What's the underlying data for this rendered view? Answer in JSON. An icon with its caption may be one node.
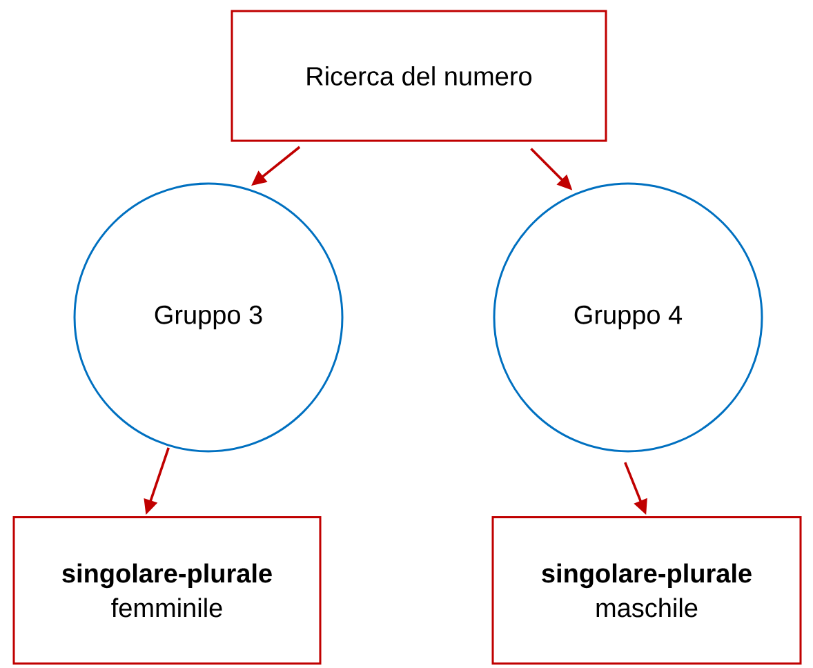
{
  "diagram": {
    "nodes": [
      {
        "text": [
          "Ricerca del numero"
        ]
      },
      {
        "text": [
          "Gruppo 3"
        ]
      },
      {
        "text": [
          "Gruppo 4"
        ]
      },
      {
        "text": [
          "singolare-plurale",
          "femminile"
        ]
      },
      {
        "text": [
          "singolare-plurale",
          "maschile"
        ]
      }
    ],
    "edges": [
      {
        "from": 0,
        "to": 1,
        "arrow": "to"
      },
      {
        "from": 0,
        "to": 2,
        "arrow": "to"
      },
      {
        "from": 1,
        "to": 3,
        "arrow": "to"
      },
      {
        "from": 2,
        "to": 4,
        "arrow": "to"
      }
    ]
  }
}
